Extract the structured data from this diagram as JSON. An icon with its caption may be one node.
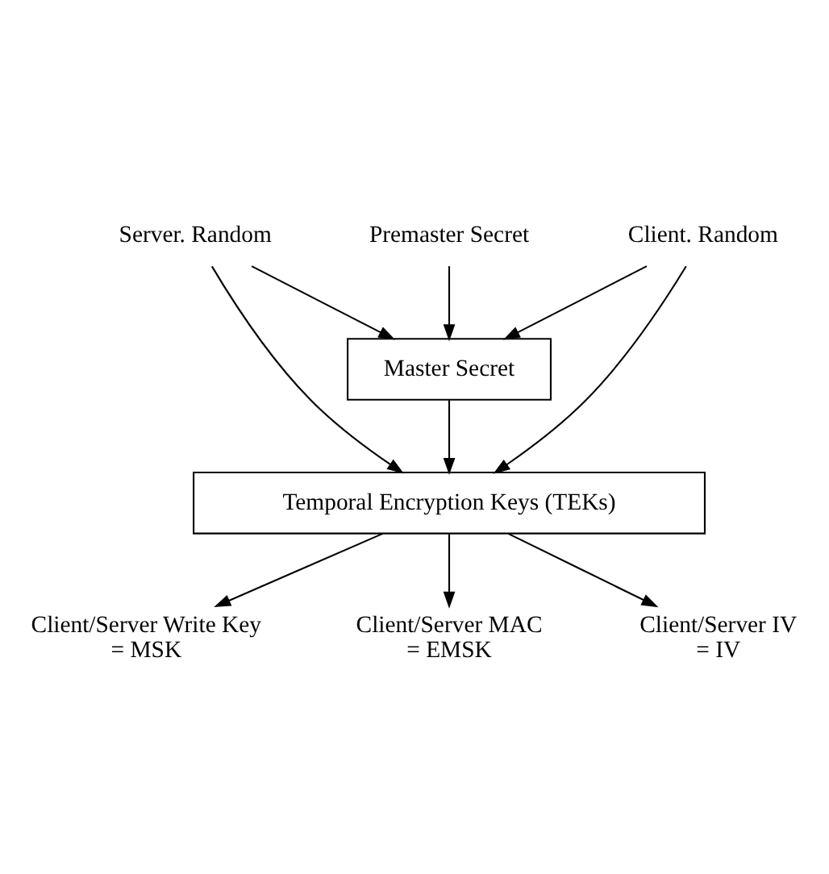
{
  "diagram": {
    "nodes": [
      {
        "text": [
          "Server. Random"
        ]
      },
      {
        "text": [
          "Premaster Secret"
        ]
      },
      {
        "text": [
          "Client. Random"
        ]
      },
      {
        "text": [
          "Master Secret"
        ]
      },
      {
        "text": [
          "Temporal Encryption Keys (TEKs)"
        ]
      },
      {
        "text": [
          "Client/Server Write Key",
          "= MSK"
        ]
      },
      {
        "text": [
          "Client/Server MAC",
          "= EMSK"
        ]
      },
      {
        "text": [
          "Client/Server IV",
          "= IV"
        ]
      }
    ],
    "edges": [
      {
        "from": 0,
        "to": 3,
        "arrow": "to"
      },
      {
        "from": 0,
        "to": 4,
        "arrow": "to"
      },
      {
        "from": 1,
        "to": 3,
        "arrow": "to"
      },
      {
        "from": 2,
        "to": 3,
        "arrow": "to"
      },
      {
        "from": 2,
        "to": 4,
        "arrow": "to"
      },
      {
        "from": 3,
        "to": 4,
        "arrow": "to"
      },
      {
        "from": 4,
        "to": 5,
        "arrow": "to"
      },
      {
        "from": 4,
        "to": 6,
        "arrow": "to"
      },
      {
        "from": 4,
        "to": 7,
        "arrow": "to"
      }
    ]
  }
}
